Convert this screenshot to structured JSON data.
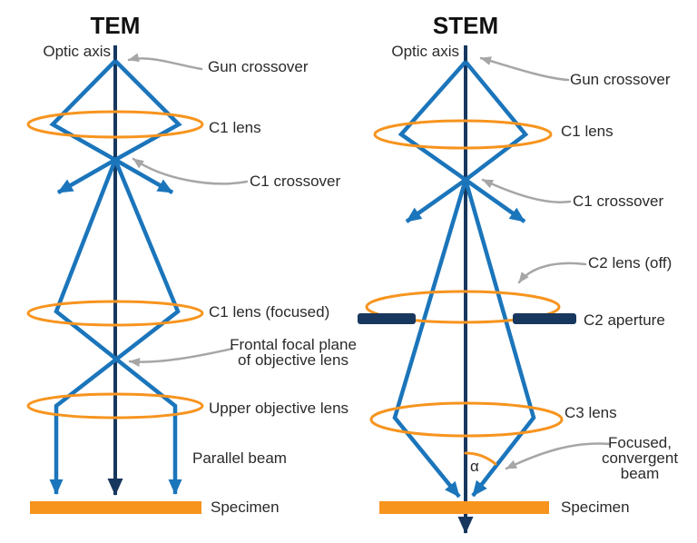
{
  "colors": {
    "ray_blue": "#1b75bb",
    "axis_navy": "#17375e",
    "lens_orange": "#f7941e",
    "specimen_orange": "#f7941e",
    "leader_gray": "#a6a6a6",
    "text": "#2a2a2a"
  },
  "tem": {
    "title": "TEM",
    "labels": {
      "optic_axis": "Optic axis",
      "gun_crossover": "Gun crossover",
      "c1_lens": "C1 lens",
      "c1_crossover": "C1 crossover",
      "c1_lens_focused": "C1 lens (focused)",
      "frontal_focal_plane_line1": "Frontal focal plane",
      "frontal_focal_plane_line2": "of objective lens",
      "upper_objective_lens": "Upper objective lens",
      "parallel_beam": "Parallel beam",
      "specimen": "Specimen"
    }
  },
  "stem": {
    "title": "STEM",
    "labels": {
      "optic_axis": "Optic axis",
      "gun_crossover": "Gun crossover",
      "c1_lens": "C1 lens",
      "c1_crossover": "C1 crossover",
      "c2_lens_off": "C2 lens (off)",
      "c2_aperture": "C2 aperture",
      "c3_lens": "C3 lens",
      "focused_beam_line1": "Focused,",
      "focused_beam_line2": "convergent",
      "focused_beam_line3": "beam",
      "alpha_symbol": "α",
      "specimen": "Specimen"
    }
  }
}
